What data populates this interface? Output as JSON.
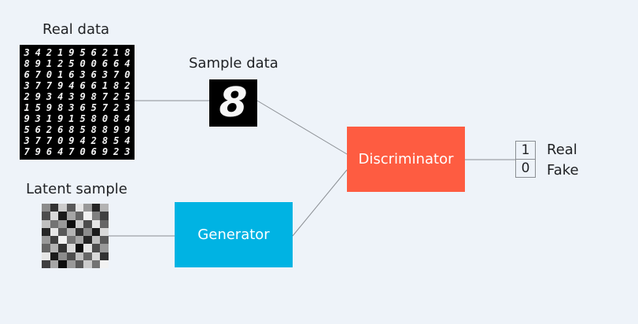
{
  "labels": {
    "real_data": "Real data",
    "sample_data": "Sample data",
    "latent_sample": "Latent sample"
  },
  "boxes": {
    "generator": "Generator",
    "discriminator": "Discriminator"
  },
  "outputs": [
    {
      "value": "1",
      "label": "Real"
    },
    {
      "value": "0",
      "label": "Fake"
    }
  ],
  "sample_digit": "8",
  "real_digits": [
    "3421956218",
    "8912500664",
    "6701636370",
    "3779466182",
    "2934398725",
    "1598365723",
    "9319158084",
    "5626858899",
    "3770942854",
    "7964706923"
  ],
  "latent_pixels": [
    [
      0.55,
      0.2,
      0.8,
      0.35,
      0.9,
      0.6,
      0.15,
      0.7
    ],
    [
      0.3,
      0.85,
      0.1,
      0.65,
      0.4,
      0.95,
      0.5,
      0.25
    ],
    [
      0.75,
      0.45,
      0.6,
      0.05,
      0.8,
      0.3,
      0.9,
      0.4
    ],
    [
      0.15,
      0.9,
      0.35,
      0.7,
      0.2,
      0.55,
      0.1,
      0.85
    ],
    [
      0.6,
      0.25,
      0.95,
      0.45,
      0.65,
      0.15,
      0.75,
      0.35
    ],
    [
      0.4,
      0.7,
      0.2,
      0.85,
      0.05,
      0.9,
      0.3,
      0.6
    ],
    [
      0.9,
      0.1,
      0.55,
      0.3,
      0.75,
      0.4,
      0.85,
      0.2
    ],
    [
      0.25,
      0.65,
      0.05,
      0.6,
      0.35,
      0.8,
      0.45,
      0.95
    ]
  ],
  "colors": {
    "background": "#eef3f9",
    "generator": "#00b3e3",
    "discriminator": "#fe5c41",
    "connector": "#8a8e93"
  }
}
